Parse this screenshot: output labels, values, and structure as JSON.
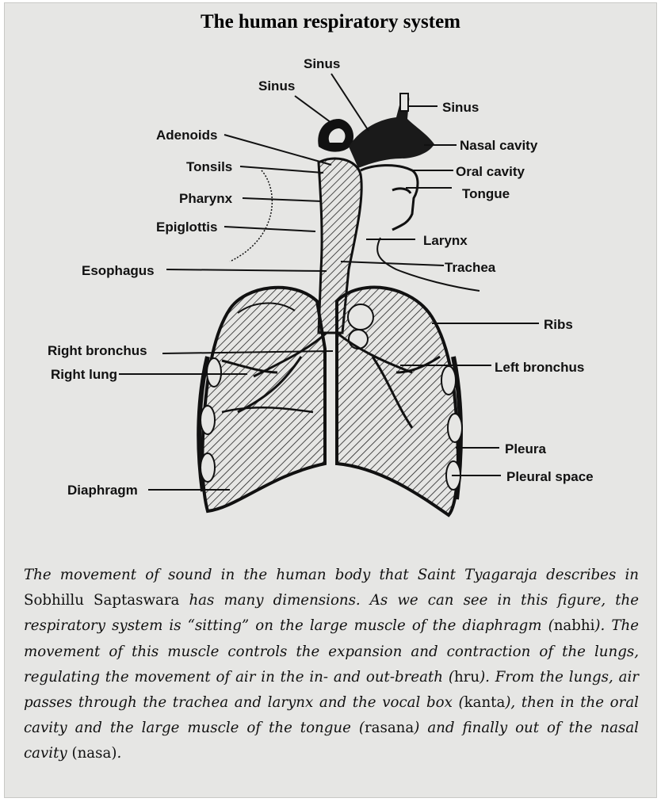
{
  "title": "The human respiratory system",
  "labels": {
    "sinus_top": "Sinus",
    "sinus_left": "Sinus",
    "sinus_right": "Sinus",
    "adenoids": "Adenoids",
    "tonsils": "Tonsils",
    "pharynx": "Pharynx",
    "epiglottis": "Epiglottis",
    "esophagus": "Esophagus",
    "nasal_cavity": "Nasal cavity",
    "oral_cavity": "Oral cavity",
    "tongue": "Tongue",
    "larynx": "Larynx",
    "trachea": "Trachea",
    "ribs": "Ribs",
    "right_bronchus": "Right bronchus",
    "right_lung": "Right lung",
    "left_bronchus": "Left bronchus",
    "pleura": "Pleura",
    "pleural_space": "Pleural space",
    "diaphragm": "Diaphragm"
  },
  "caption": {
    "p1": "The movement of sound in the human body that Saint Tyagaraja describes in ",
    "t1": "Sobhillu Saptaswara",
    "p2": " has many dimensions. As we can see in this figure, the respiratory system is “sitting” on the large muscle of the diaphragm (",
    "t2": "nabhi",
    "p3": "). The movement of this muscle controls the expansion and contraction of the lungs, regulating the movement of air in the in- and out-breath (",
    "t3": "hru",
    "p4": "). From the lungs, air passes through the trachea and larynx and the vocal box (",
    "t4": "kanta",
    "p5": "), then in the oral cavity and the large muscle of the tongue (",
    "t5": "rasana",
    "p6": ") and finally out of the nasal cavity ",
    "t6": "(nasa)",
    "p7": "."
  }
}
